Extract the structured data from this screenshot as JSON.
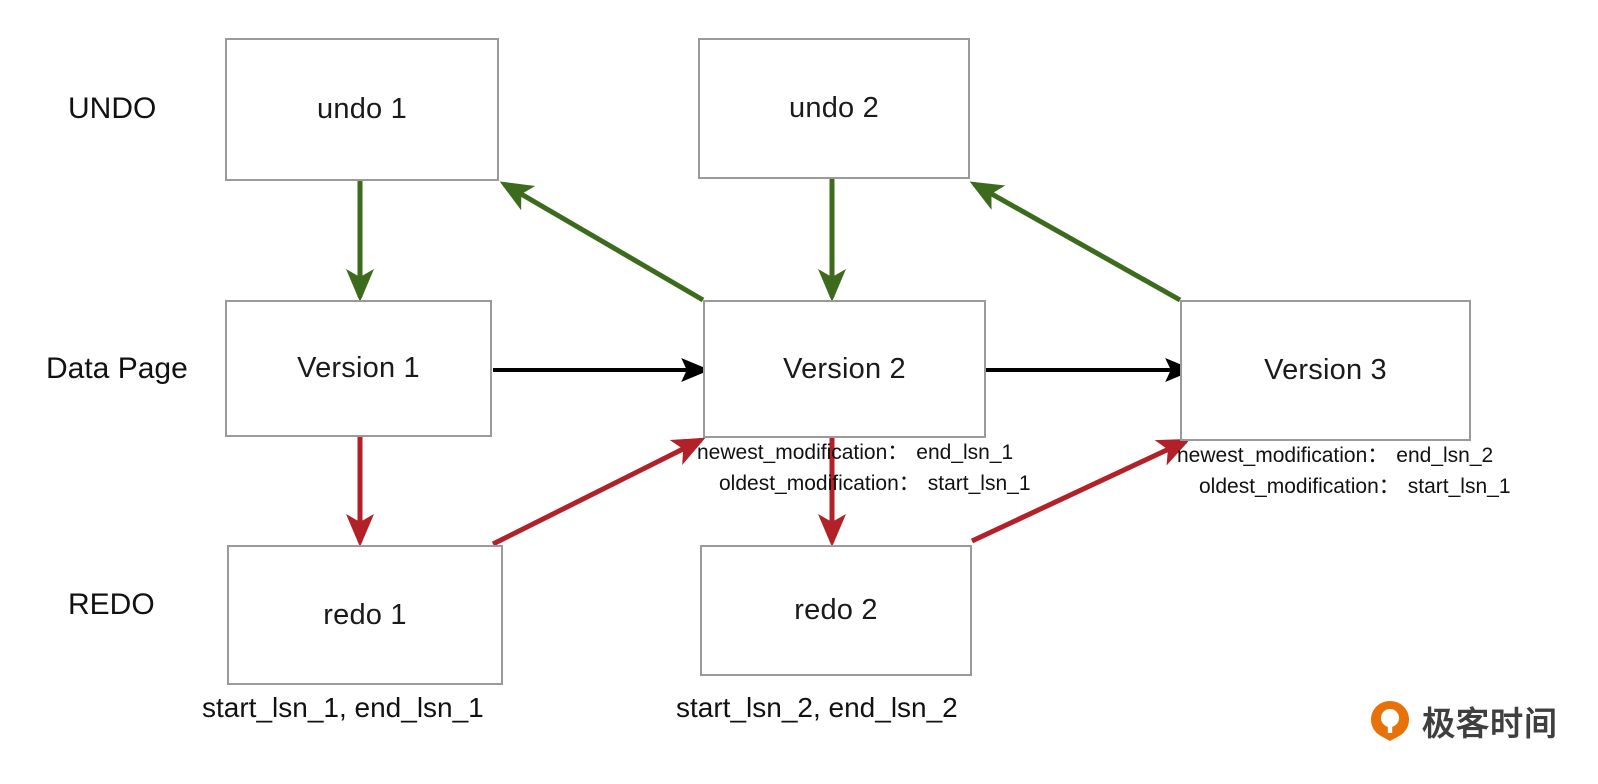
{
  "diagram": {
    "title": "UNDO / Data Page / REDO version chain",
    "colors": {
      "box_border": "#9a9a9a",
      "undo_arrow": "#3d6b1e",
      "redo_arrow": "#b22028",
      "version_arrow": "#000000",
      "background": "#ffffff",
      "watermark_orange": "#e8710a",
      "watermark_text": "#3f3f3f"
    },
    "row_labels": [
      {
        "name": "undo-row-label",
        "text": "UNDO"
      },
      {
        "name": "data-page-row-label",
        "text": "Data Page"
      },
      {
        "name": "redo-row-label",
        "text": "REDO"
      }
    ],
    "undo_boxes": [
      {
        "id": "undo-1",
        "label": "undo 1"
      },
      {
        "id": "undo-2",
        "label": "undo 2"
      }
    ],
    "version_boxes": [
      {
        "id": "version-1",
        "label": "Version 1"
      },
      {
        "id": "version-2",
        "label": "Version 2"
      },
      {
        "id": "version-3",
        "label": "Version 3"
      }
    ],
    "redo_boxes": [
      {
        "id": "redo-1",
        "label": "redo 1"
      },
      {
        "id": "redo-2",
        "label": "redo 2"
      }
    ],
    "annotations": [
      {
        "id": "version-2-annotation",
        "newest_label": "newest_modification：",
        "newest_value": "end_lsn_1",
        "oldest_label": "oldest_modification：",
        "oldest_value": "start_lsn_1"
      },
      {
        "id": "version-3-annotation",
        "newest_label": "newest_modification：",
        "newest_value": "end_lsn_2",
        "oldest_label": "oldest_modification：",
        "oldest_value": "start_lsn_1"
      }
    ],
    "captions": [
      {
        "id": "redo-1-caption",
        "text": "start_lsn_1, end_lsn_1"
      },
      {
        "id": "redo-2-caption",
        "text": "start_lsn_2, end_lsn_2"
      }
    ],
    "watermark": {
      "text": "极客时间"
    }
  }
}
